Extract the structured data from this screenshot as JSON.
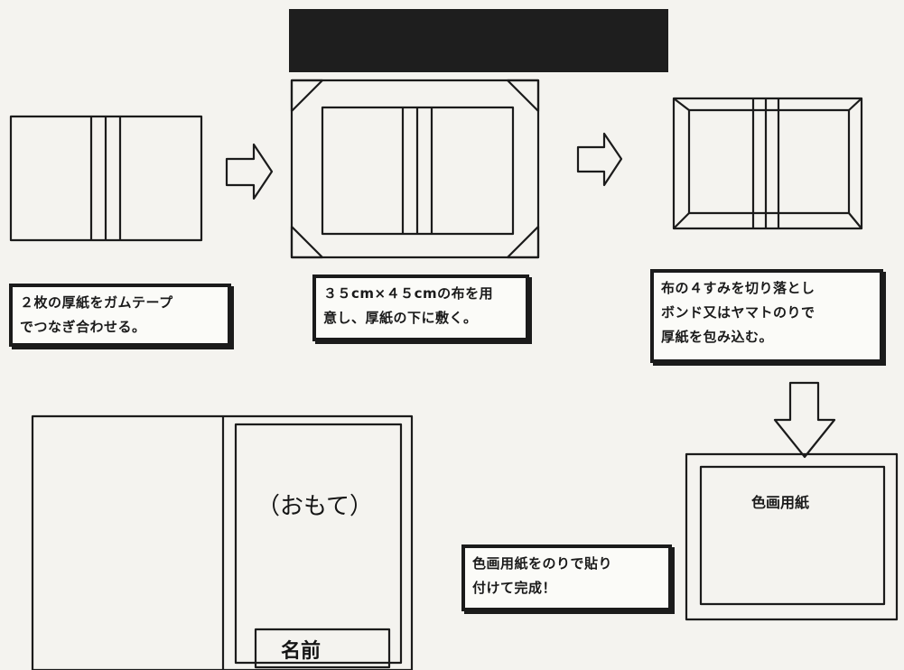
{
  "steps": [
    {
      "caption_lines": [
        "２枚の厚紙をガムテープ",
        "でつなぎ合わせる。"
      ]
    },
    {
      "caption_lines": [
        "３５cm×４５cmの布を用",
        "意し、厚紙の下に敷く。"
      ]
    },
    {
      "caption_lines": [
        "布の４すみを切り落とし",
        "ボンド又はヤマトのりで",
        "厚紙を包み込む。"
      ]
    },
    {
      "caption_lines": [
        "色画用紙をのりで貼り",
        "付けて完成！"
      ]
    }
  ],
  "inner_paper_label": "色画用紙",
  "cover": {
    "front_label": "（おもて）",
    "name_label": "名前"
  },
  "colors": {
    "ink": "#1b1b1b",
    "paper": "#f4f3ef",
    "title_bar": "#1e1e1e"
  }
}
